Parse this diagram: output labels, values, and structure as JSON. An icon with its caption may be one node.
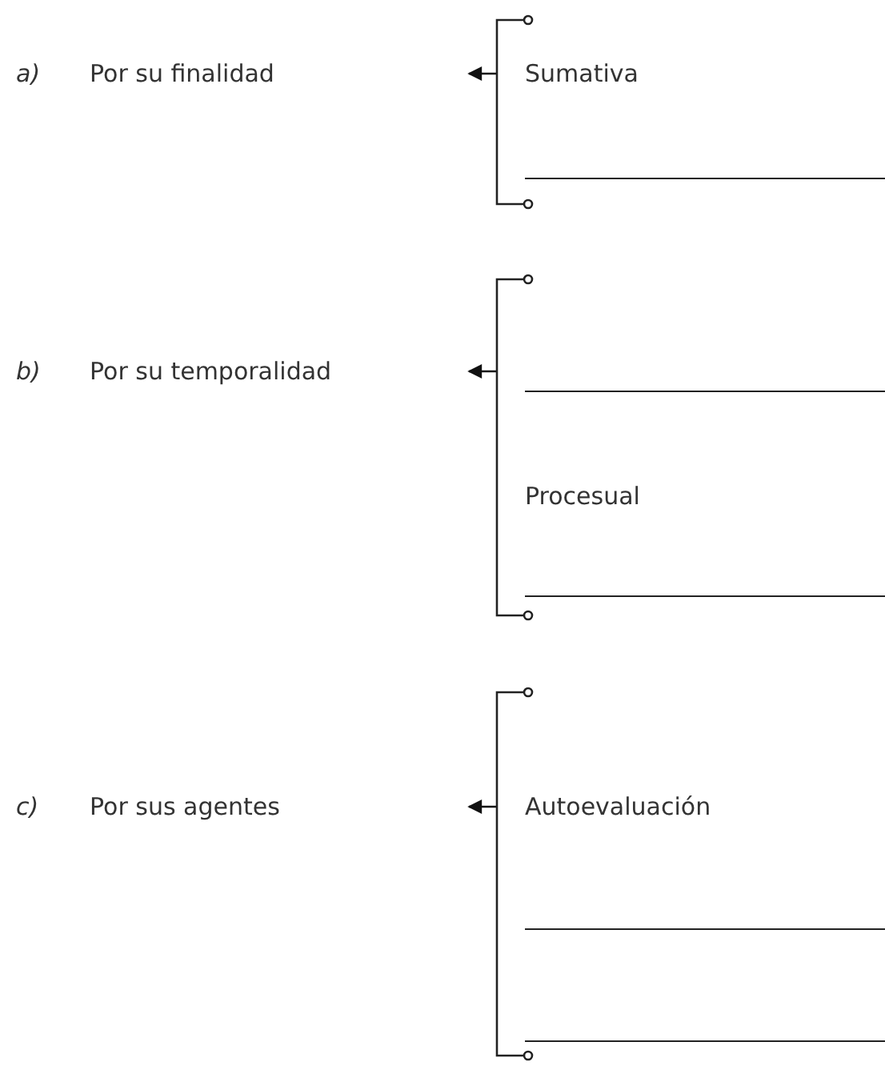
{
  "diagram": {
    "nodes": [
      {
        "text": [
          "a)",
          "Por su finalidad"
        ]
      },
      {
        "text": [],
        "shape": "bracket"
      },
      {
        "text": [
          "Sumativa"
        ],
        "in": 1
      },
      {
        "text": [],
        "shape": "line",
        "in": 1
      },
      {
        "text": [
          "b)",
          "Por su temporalidad"
        ]
      },
      {
        "text": [],
        "shape": "bracket"
      },
      {
        "text": [],
        "shape": "line",
        "in": 5
      },
      {
        "text": [
          "Procesual"
        ],
        "in": 5
      },
      {
        "text": [],
        "shape": "line",
        "in": 5
      },
      {
        "text": [
          "c)",
          "Por sus agentes"
        ]
      },
      {
        "text": [],
        "shape": "bracket"
      },
      {
        "text": [
          "Autoevaluación"
        ],
        "in": 10
      },
      {
        "text": [],
        "shape": "line",
        "in": 10
      },
      {
        "text": [],
        "shape": "line",
        "in": 10
      }
    ],
    "edges": [
      {
        "from": 1,
        "to": null,
        "arrow": "to"
      },
      {
        "from": 5,
        "to": null,
        "arrow": "to"
      },
      {
        "from": 10,
        "to": null,
        "arrow": "to"
      }
    ]
  }
}
